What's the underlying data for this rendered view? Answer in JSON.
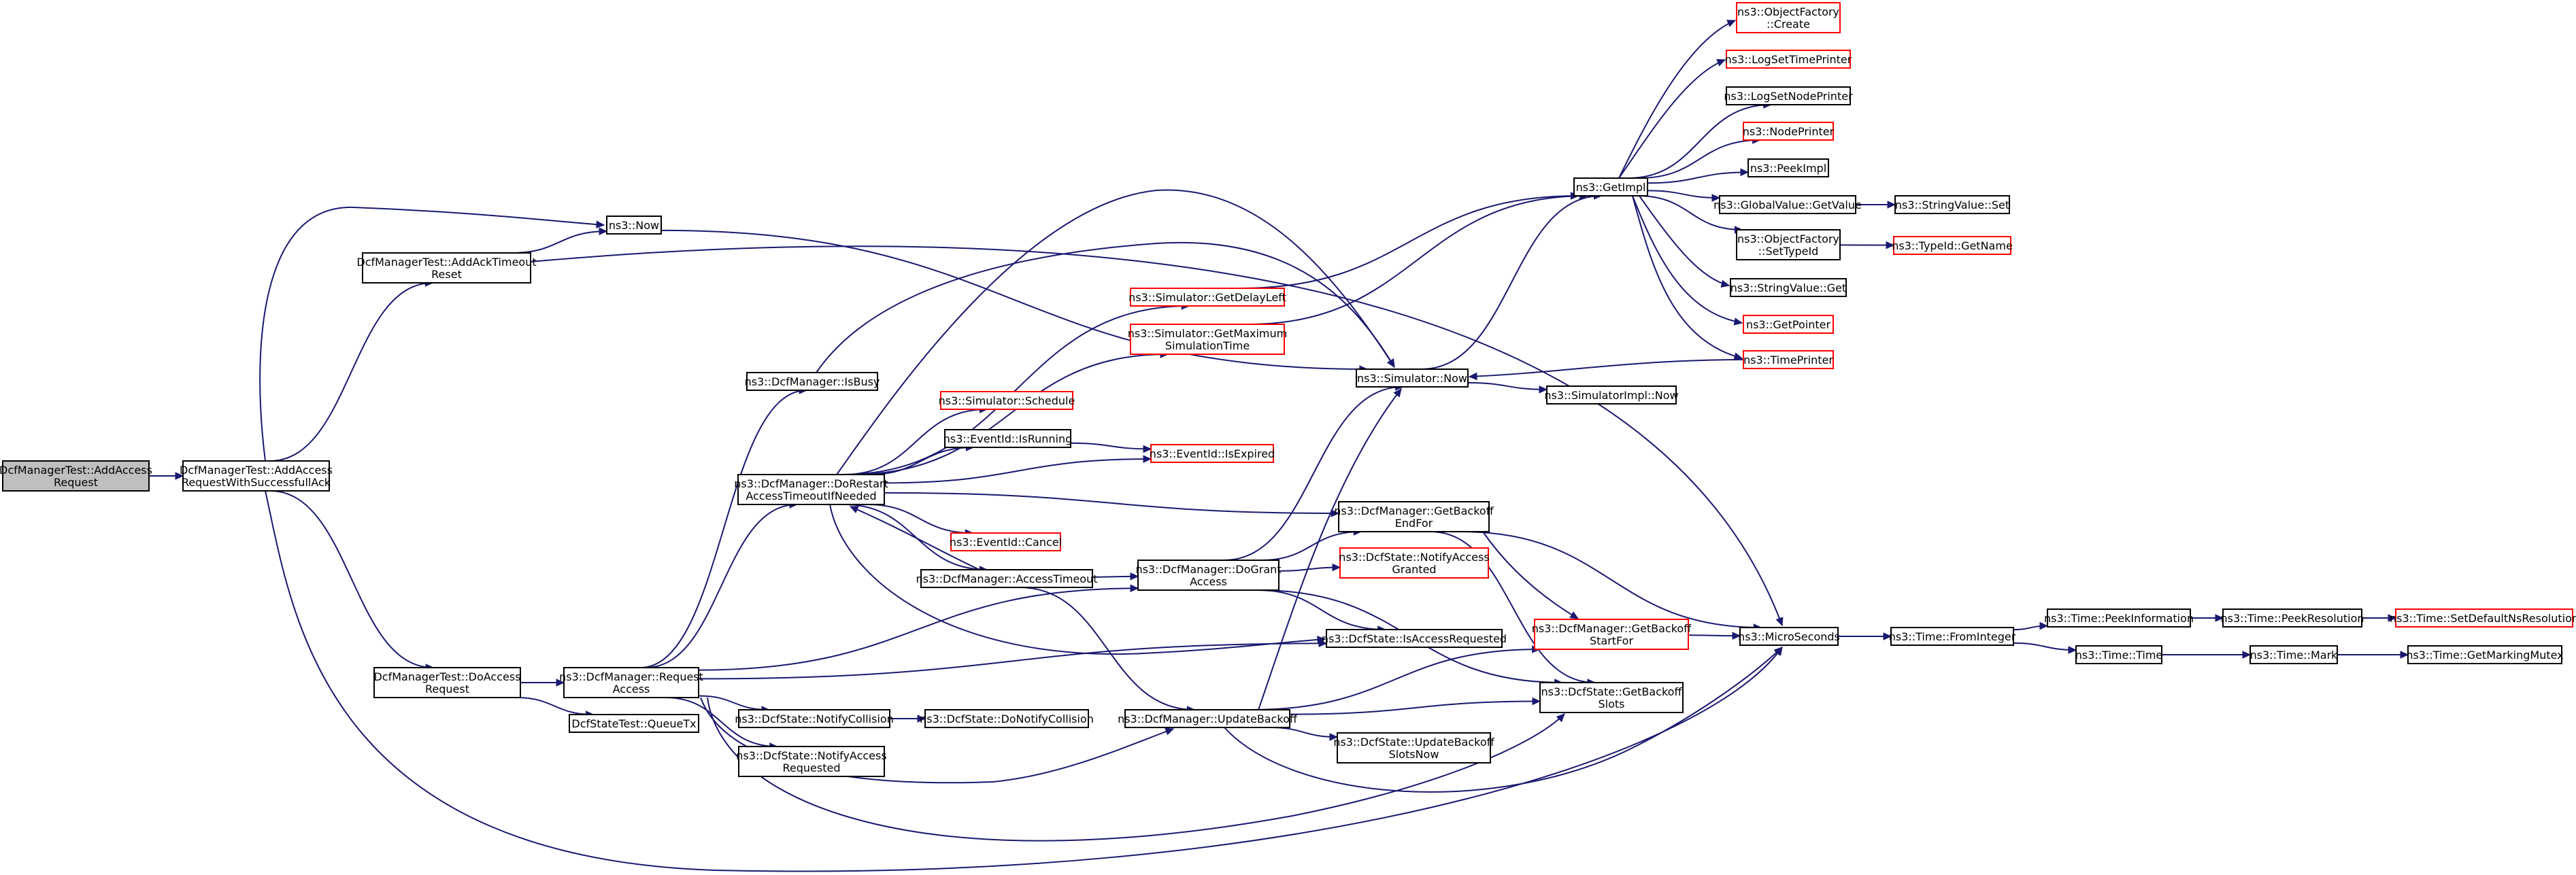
{
  "diagram": {
    "colors": {
      "edge": "#191970",
      "node_border": "#000000",
      "node_border_truncated": "#ff0000",
      "node_fill": "#ffffff",
      "root_fill": "#bfbfbf"
    },
    "nodes": [
      {
        "id": "root",
        "lines": [
          "DcfManagerTest::AddAccess",
          "Request"
        ],
        "style": "root"
      },
      {
        "id": "addReqAck",
        "lines": [
          "DcfManagerTest::AddAccess",
          "RequestWithSuccessfullAck"
        ],
        "style": "normal"
      },
      {
        "id": "addAckTimeout",
        "lines": [
          "DcfManagerTest::AddAckTimeout",
          "Reset"
        ],
        "style": "normal"
      },
      {
        "id": "nowNs3",
        "lines": [
          "ns3::Now"
        ],
        "style": "normal"
      },
      {
        "id": "doAccessReq",
        "lines": [
          "DcfManagerTest::DoAccess",
          "Request"
        ],
        "style": "normal"
      },
      {
        "id": "reqAccess",
        "lines": [
          "ns3::DcfManager::Request",
          "Access"
        ],
        "style": "normal"
      },
      {
        "id": "queueTx",
        "lines": [
          "DcfStateTest::QueueTx"
        ],
        "style": "normal"
      },
      {
        "id": "isBusy",
        "lines": [
          "ns3::DcfManager::IsBusy"
        ],
        "style": "normal"
      },
      {
        "id": "doRestart",
        "lines": [
          "ns3::DcfManager::DoRestart",
          "AccessTimeoutIfNeeded"
        ],
        "style": "normal"
      },
      {
        "id": "notifyCollision",
        "lines": [
          "ns3::DcfState::NotifyCollision"
        ],
        "style": "normal"
      },
      {
        "id": "notifyAccessRequested",
        "lines": [
          "ns3::DcfState::NotifyAccess",
          "Requested"
        ],
        "style": "normal"
      },
      {
        "id": "getDelayLeft",
        "lines": [
          "ns3::Simulator::GetDelayLeft"
        ],
        "style": "truncated"
      },
      {
        "id": "getMaxSim",
        "lines": [
          "ns3::Simulator::GetMaximum",
          "SimulationTime"
        ],
        "style": "truncated"
      },
      {
        "id": "schedule",
        "lines": [
          "ns3::Simulator::Schedule"
        ],
        "style": "truncated"
      },
      {
        "id": "isRunning",
        "lines": [
          "ns3::EventId::IsRunning"
        ],
        "style": "normal"
      },
      {
        "id": "cancel",
        "lines": [
          "ns3::EventId::Cancel"
        ],
        "style": "truncated"
      },
      {
        "id": "accessTimeout",
        "lines": [
          "ns3::DcfManager::AccessTimeout"
        ],
        "style": "normal"
      },
      {
        "id": "doNotifyCollision",
        "lines": [
          "ns3::DcfState::DoNotifyCollision"
        ],
        "style": "normal"
      },
      {
        "id": "isExpired",
        "lines": [
          "ns3::EventId::IsExpired"
        ],
        "style": "truncated"
      },
      {
        "id": "doGrant",
        "lines": [
          "ns3::DcfManager::DoGrant",
          "Access"
        ],
        "style": "normal"
      },
      {
        "id": "updateBackoff",
        "lines": [
          "ns3::DcfManager::UpdateBackoff"
        ],
        "style": "normal"
      },
      {
        "id": "simNow",
        "lines": [
          "ns3::Simulator::Now"
        ],
        "style": "normal"
      },
      {
        "id": "getBackoffEnd",
        "lines": [
          "ns3::DcfManager::GetBackoff",
          "EndFor"
        ],
        "style": "normal"
      },
      {
        "id": "notifyAccessGranted",
        "lines": [
          "ns3::DcfState::NotifyAccess",
          "Granted"
        ],
        "style": "truncated"
      },
      {
        "id": "isAccessRequested",
        "lines": [
          "ns3::DcfState::IsAccessRequested"
        ],
        "style": "normal"
      },
      {
        "id": "updateBackoffSlotsNow",
        "lines": [
          "ns3::DcfState::UpdateBackoff",
          "SlotsNow"
        ],
        "style": "normal"
      },
      {
        "id": "getImpl",
        "lines": [
          "ns3::GetImpl"
        ],
        "style": "normal"
      },
      {
        "id": "simImplNow",
        "lines": [
          "ns3::SimulatorImpl::Now"
        ],
        "style": "normal"
      },
      {
        "id": "getBackoffStart",
        "lines": [
          "ns3::DcfManager::GetBackoff",
          "StartFor"
        ],
        "style": "truncated"
      },
      {
        "id": "getBackoffSlots",
        "lines": [
          "ns3::DcfState::GetBackoff",
          "Slots"
        ],
        "style": "normal"
      },
      {
        "id": "objFactoryCreate",
        "lines": [
          "ns3::ObjectFactory",
          "::Create"
        ],
        "style": "truncated"
      },
      {
        "id": "logSetTimePrinter",
        "lines": [
          "ns3::LogSetTimePrinter"
        ],
        "style": "truncated"
      },
      {
        "id": "logSetNodePrinter",
        "lines": [
          "ns3::LogSetNodePrinter"
        ],
        "style": "normal"
      },
      {
        "id": "nodePrinter",
        "lines": [
          "ns3::NodePrinter"
        ],
        "style": "truncated"
      },
      {
        "id": "peekImpl",
        "lines": [
          "ns3::PeekImpl"
        ],
        "style": "normal"
      },
      {
        "id": "globalValueGet",
        "lines": [
          "ns3::GlobalValue::GetValue"
        ],
        "style": "normal"
      },
      {
        "id": "objFactorySetTypeId",
        "lines": [
          "ns3::ObjectFactory",
          "::SetTypeId"
        ],
        "style": "normal"
      },
      {
        "id": "stringValueGet",
        "lines": [
          "ns3::StringValue::Get"
        ],
        "style": "normal"
      },
      {
        "id": "getPointer",
        "lines": [
          "ns3::GetPointer"
        ],
        "style": "truncated"
      },
      {
        "id": "timePrinter",
        "lines": [
          "ns3::TimePrinter"
        ],
        "style": "truncated"
      },
      {
        "id": "microSeconds",
        "lines": [
          "ns3::MicroSeconds"
        ],
        "style": "normal"
      },
      {
        "id": "stringValueSet",
        "lines": [
          "ns3::StringValue::Set"
        ],
        "style": "normal"
      },
      {
        "id": "typeIdGetName",
        "lines": [
          "ns3::TypeId::GetName"
        ],
        "style": "truncated"
      },
      {
        "id": "fromInteger",
        "lines": [
          "ns3::Time::FromInteger"
        ],
        "style": "normal"
      },
      {
        "id": "peekInformation",
        "lines": [
          "ns3::Time::PeekInformation"
        ],
        "style": "normal"
      },
      {
        "id": "timeTime",
        "lines": [
          "ns3::Time::Time"
        ],
        "style": "normal"
      },
      {
        "id": "peekResolution",
        "lines": [
          "ns3::Time::PeekResolution"
        ],
        "style": "normal"
      },
      {
        "id": "timeMark",
        "lines": [
          "ns3::Time::Mark"
        ],
        "style": "normal"
      },
      {
        "id": "setDefaultNsRes",
        "lines": [
          "ns3::Time::SetDefaultNsResolution"
        ],
        "style": "truncated"
      },
      {
        "id": "getMarkingMutex",
        "lines": [
          "ns3::Time::GetMarkingMutex"
        ],
        "style": "normal"
      }
    ],
    "edges": [
      [
        "root",
        "addReqAck"
      ],
      [
        "addReqAck",
        "nowNs3"
      ],
      [
        "addReqAck",
        "addAckTimeout"
      ],
      [
        "addReqAck",
        "doAccessReq"
      ],
      [
        "addReqAck",
        "microSeconds"
      ],
      [
        "addAckTimeout",
        "nowNs3"
      ],
      [
        "addAckTimeout",
        "microSeconds"
      ],
      [
        "nowNs3",
        "simNow"
      ],
      [
        "doAccessReq",
        "reqAccess"
      ],
      [
        "doAccessReq",
        "queueTx"
      ],
      [
        "reqAccess",
        "isBusy"
      ],
      [
        "reqAccess",
        "doRestart"
      ],
      [
        "reqAccess",
        "notifyCollision"
      ],
      [
        "reqAccess",
        "notifyAccessRequested"
      ],
      [
        "reqAccess",
        "doGrant"
      ],
      [
        "reqAccess",
        "updateBackoff"
      ],
      [
        "reqAccess",
        "isAccessRequested"
      ],
      [
        "reqAccess",
        "getBackoffSlots"
      ],
      [
        "isBusy",
        "simNow"
      ],
      [
        "notifyCollision",
        "doNotifyCollision"
      ],
      [
        "doRestart",
        "getDelayLeft"
      ],
      [
        "doRestart",
        "getMaxSim"
      ],
      [
        "doRestart",
        "schedule"
      ],
      [
        "doRestart",
        "isRunning"
      ],
      [
        "doRestart",
        "isExpired"
      ],
      [
        "doRestart",
        "cancel"
      ],
      [
        "doRestart",
        "accessTimeout"
      ],
      [
        "doRestart",
        "simNow"
      ],
      [
        "doRestart",
        "getBackoffEnd"
      ],
      [
        "doRestart",
        "isAccessRequested"
      ],
      [
        "isRunning",
        "isExpired"
      ],
      [
        "getDelayLeft",
        "getImpl"
      ],
      [
        "getMaxSim",
        "getImpl"
      ],
      [
        "accessTimeout",
        "doRestart"
      ],
      [
        "accessTimeout",
        "doGrant"
      ],
      [
        "accessTimeout",
        "updateBackoff"
      ],
      [
        "doGrant",
        "simNow"
      ],
      [
        "doGrant",
        "getBackoffEnd"
      ],
      [
        "doGrant",
        "notifyAccessGranted"
      ],
      [
        "doGrant",
        "isAccessRequested"
      ],
      [
        "doGrant",
        "getBackoffSlots"
      ],
      [
        "updateBackoff",
        "simNow"
      ],
      [
        "updateBackoff",
        "getBackoffStart"
      ],
      [
        "updateBackoff",
        "getBackoffSlots"
      ],
      [
        "updateBackoff",
        "updateBackoffSlotsNow"
      ],
      [
        "updateBackoff",
        "microSeconds"
      ],
      [
        "getBackoffEnd",
        "getBackoffStart"
      ],
      [
        "getBackoffEnd",
        "getBackoffSlots"
      ],
      [
        "getBackoffEnd",
        "microSeconds"
      ],
      [
        "getBackoffStart",
        "microSeconds"
      ],
      [
        "simNow",
        "getImpl"
      ],
      [
        "simNow",
        "simImplNow"
      ],
      [
        "getImpl",
        "objFactoryCreate"
      ],
      [
        "getImpl",
        "logSetTimePrinter"
      ],
      [
        "getImpl",
        "logSetNodePrinter"
      ],
      [
        "getImpl",
        "nodePrinter"
      ],
      [
        "getImpl",
        "peekImpl"
      ],
      [
        "getImpl",
        "globalValueGet"
      ],
      [
        "getImpl",
        "objFactorySetTypeId"
      ],
      [
        "getImpl",
        "stringValueGet"
      ],
      [
        "getImpl",
        "getPointer"
      ],
      [
        "getImpl",
        "timePrinter"
      ],
      [
        "globalValueGet",
        "stringValueSet"
      ],
      [
        "objFactorySetTypeId",
        "typeIdGetName"
      ],
      [
        "timePrinter",
        "simNow"
      ],
      [
        "microSeconds",
        "fromInteger"
      ],
      [
        "fromInteger",
        "peekInformation"
      ],
      [
        "fromInteger",
        "timeTime"
      ],
      [
        "peekInformation",
        "peekResolution"
      ],
      [
        "peekResolution",
        "setDefaultNsRes"
      ],
      [
        "timeTime",
        "timeMark"
      ],
      [
        "timeMark",
        "getMarkingMutex"
      ]
    ]
  }
}
